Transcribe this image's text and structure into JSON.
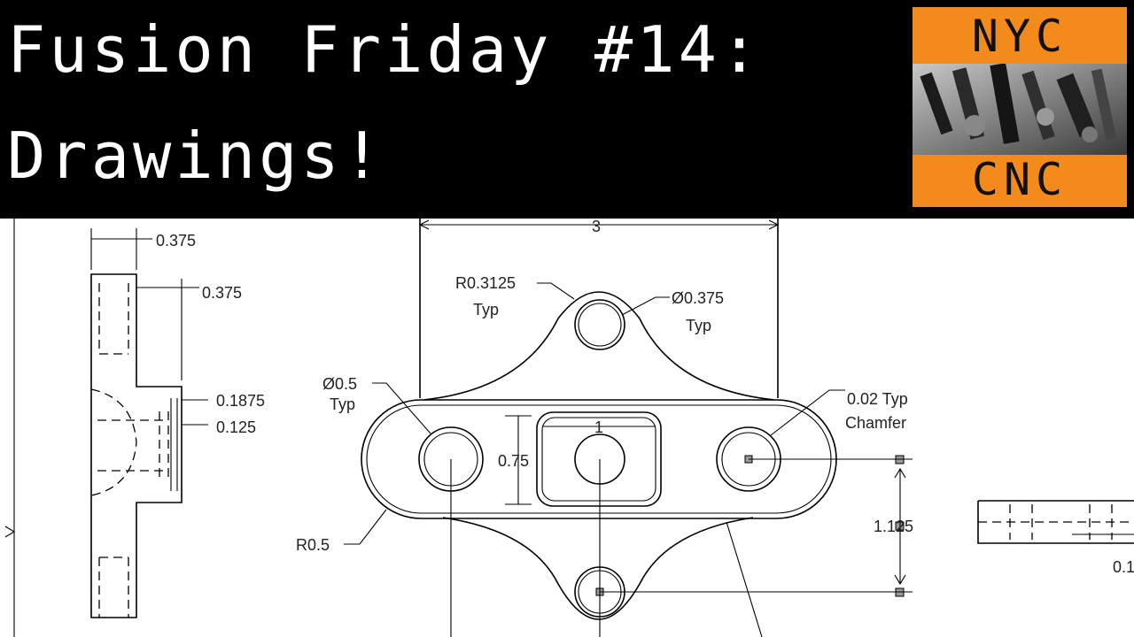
{
  "title": {
    "line1": "Fusion Friday #14:",
    "line2": "Drawings!"
  },
  "logo": {
    "top_text": "NYC",
    "bottom_text": "CNC",
    "bg_color": "#f28a1c",
    "photo": "cnc-tooling-photo"
  },
  "drawing": {
    "side_view": {
      "dim_top": "0.375",
      "dim_flange": "0.375",
      "dim_boss": "0.1875",
      "dim_lip": "0.125"
    },
    "front_view": {
      "dim_width": "3",
      "radius_top_label": "R0.3125",
      "radius_top_sub": "Typ",
      "hole_small_label": "Ø0.375",
      "hole_small_sub": "Typ",
      "hole_left_label": "Ø0.5",
      "hole_left_sub": "Typ",
      "chamfer_label": "0.02 Typ",
      "chamfer_sub": "Chamfer",
      "pocket_width": "1",
      "pocket_height": "0.75",
      "end_radius": "R0.5",
      "hole_spacing": "1.125"
    },
    "right_view": {
      "dim_partial": "0.1"
    }
  }
}
